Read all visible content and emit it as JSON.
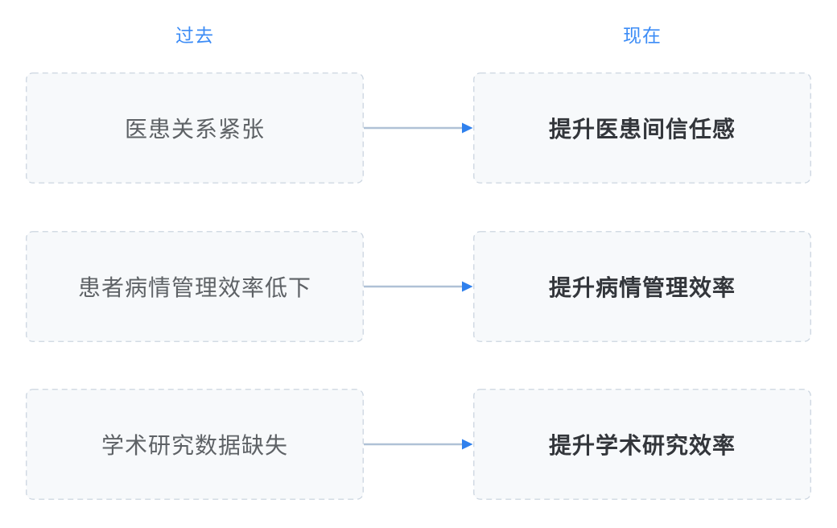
{
  "headers": {
    "past": "过去",
    "present": "现在"
  },
  "rows": [
    {
      "past": "医患关系紧张",
      "present": "提升医患间信任感"
    },
    {
      "past": "患者病情管理效率低下",
      "present": "提升病情管理效率"
    },
    {
      "past": "学术研究数据缺失",
      "present": "提升学术研究效率"
    }
  ],
  "colors": {
    "accent": "#3C8CF6",
    "arrow_shaft": "#AFC1D6",
    "arrow_head": "#2F80ED",
    "box_border": "#CBD5E0",
    "box_bg": "#F7F9FB",
    "past_text": "#5E6266",
    "present_text": "#33363B"
  }
}
